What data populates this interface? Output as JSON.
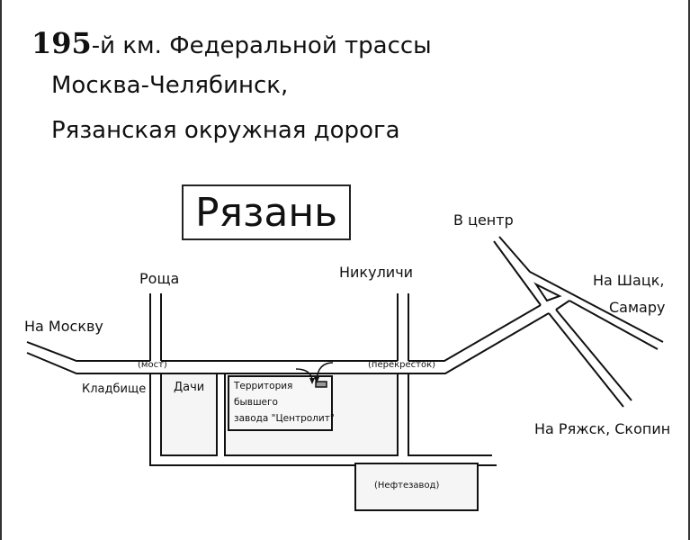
{
  "heading": {
    "km_number": "195",
    "line1_rest": "-й км. Федеральной трассы",
    "line2": "Москва-Челябинск,",
    "line3": "Рязанская окружная дорога"
  },
  "city": "Рязань",
  "labels": {
    "to_moscow": "На Москву",
    "roshcha": "Роща",
    "nikulichi": "Никуличи",
    "to_center": "В центр",
    "to_shatsk_1": "На Шацк,",
    "to_shatsk_2": "Самару",
    "to_ryazhsk": "На Ряжск, Скопин",
    "bridge": "(мост)",
    "crossroad": "(перекресток)",
    "cemetery": "Кладбище",
    "dachas": "Дачи",
    "factory_1": "Территория",
    "factory_2": "бывшего",
    "factory_3": "завода \"Центролит\"",
    "refinery": "(Нефтезавод)"
  }
}
